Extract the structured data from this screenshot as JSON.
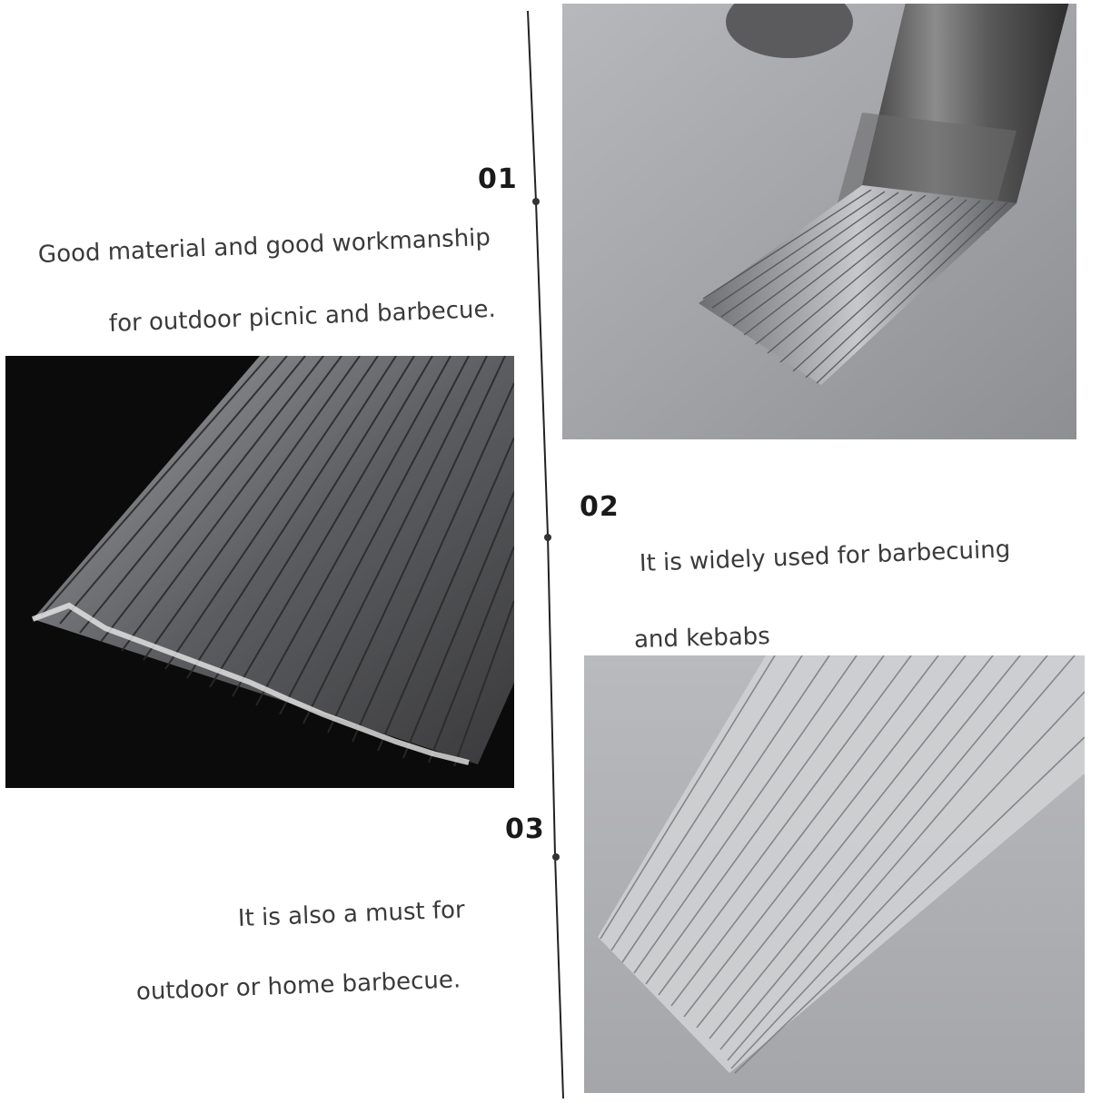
{
  "features": [
    {
      "number": "01",
      "lines": [
        "Good material and good workmanship",
        "for outdoor picnic and barbecue."
      ]
    },
    {
      "number": "02",
      "lines": [
        "It is widely used for barbecuing",
        "and kebabs"
      ]
    },
    {
      "number": "03",
      "lines": [
        "It is also a must for",
        "outdoor or home barbecue."
      ]
    }
  ],
  "colors": {
    "background": "#ffffff",
    "dark_photo": "#0b0b0b",
    "grey_photo": "#9a9ba0",
    "steel": "#c9cacd",
    "text": "#3a3a3a",
    "number": "#1a1a1a"
  }
}
